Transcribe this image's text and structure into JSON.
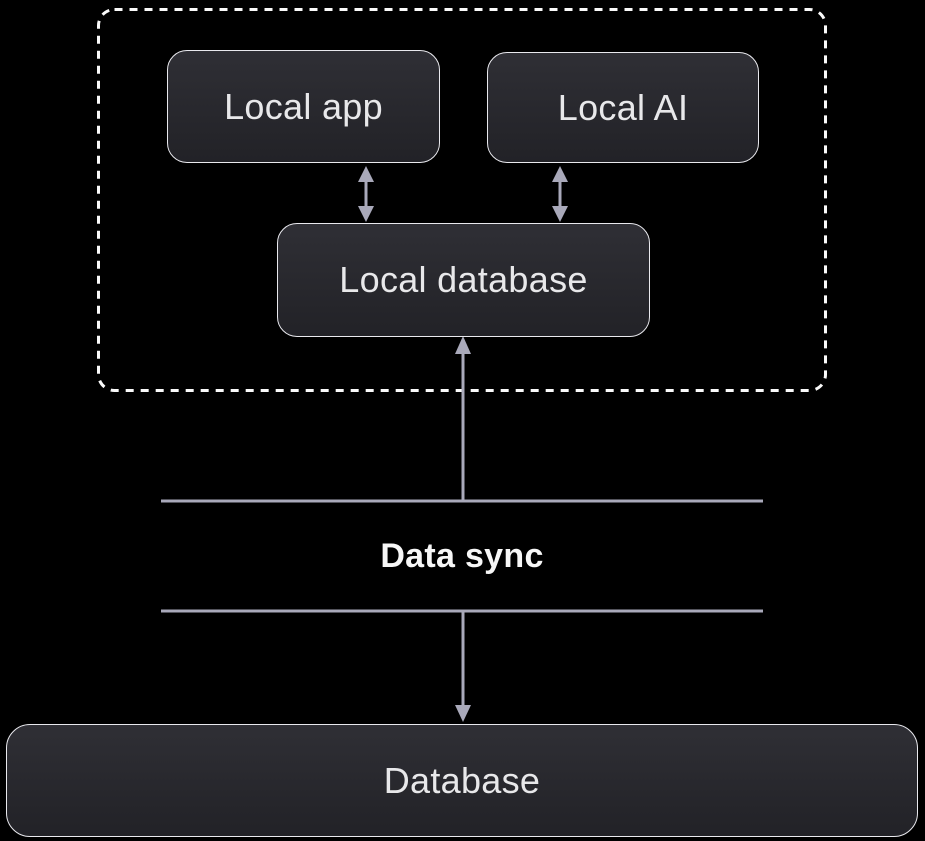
{
  "diagram": {
    "type": "architecture",
    "theme": "dark"
  },
  "colors": {
    "background": "#000000",
    "node_fill_top": "#2f2f35",
    "node_fill_bottom": "#222227",
    "node_border": "#e9e9ee",
    "node_text": "#e8e8ea",
    "arrow": "#a9a9ba",
    "sync_line": "#a9a9ba",
    "sync_text": "#f7f7f7",
    "group_border": "#fafafa"
  },
  "nodes": {
    "local_app": {
      "label": "Local app"
    },
    "local_ai": {
      "label": "Local AI"
    },
    "local_database": {
      "label": "Local database"
    },
    "database": {
      "label": "Database"
    }
  },
  "sync": {
    "label": "Data sync"
  },
  "edges": [
    {
      "from": "local_app",
      "to": "local_database",
      "direction": "bidirectional"
    },
    {
      "from": "local_ai",
      "to": "local_database",
      "direction": "bidirectional"
    },
    {
      "from": "data_sync",
      "to": "local_database",
      "direction": "up"
    },
    {
      "from": "data_sync",
      "to": "database",
      "direction": "down"
    }
  ]
}
